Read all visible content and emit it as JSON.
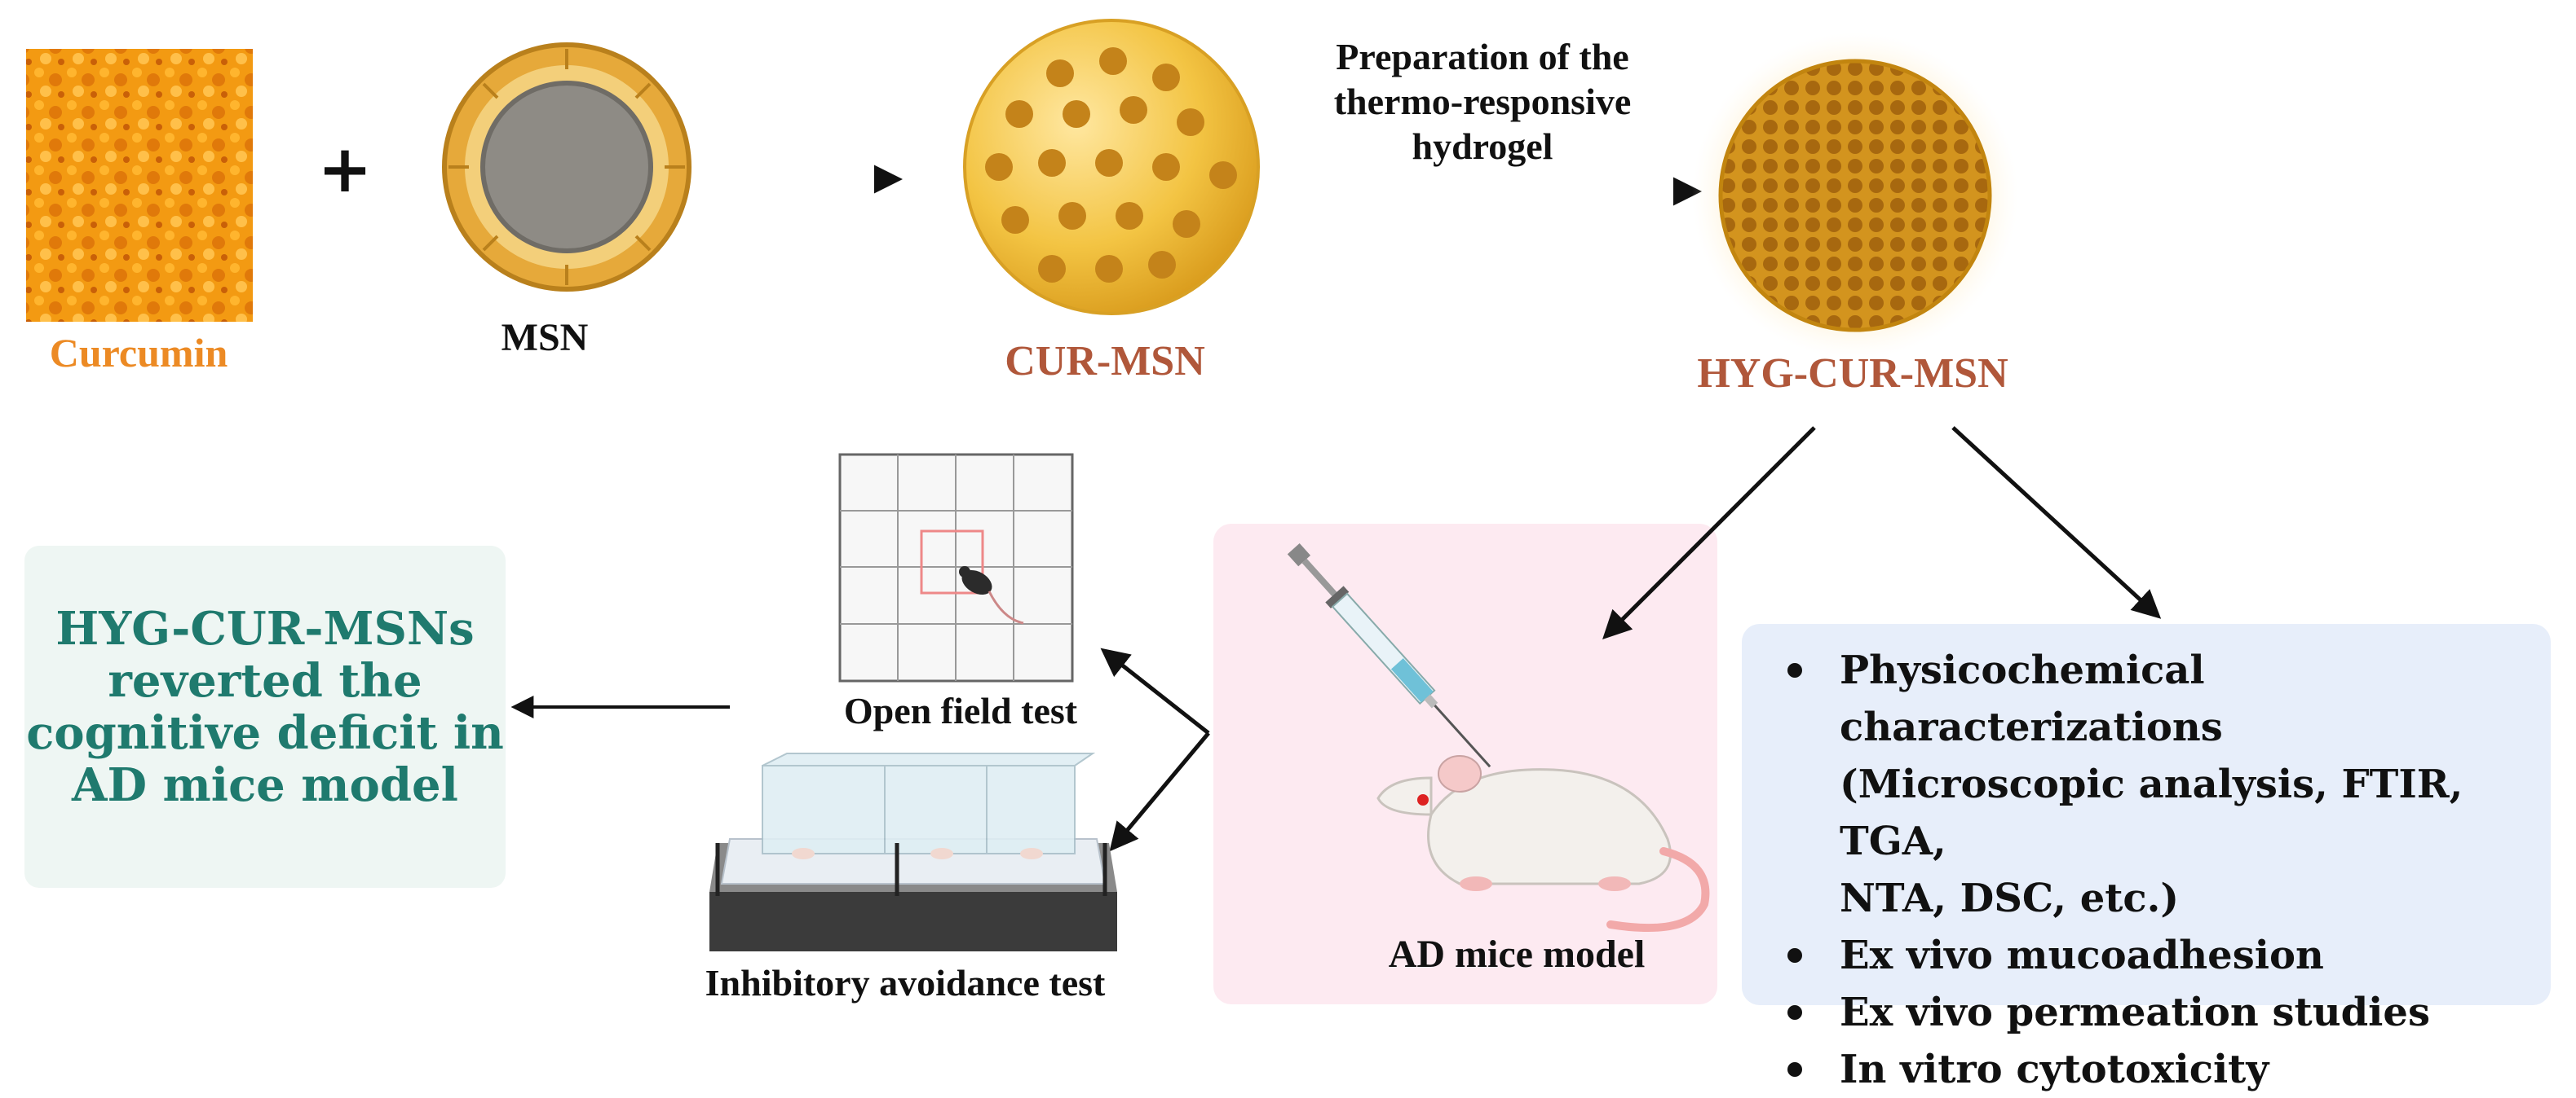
{
  "labels": {
    "curcumin": "Curcumin",
    "msn": "MSN",
    "cur_msn": "CUR-MSN",
    "hyg_cur_msn": "HYG-CUR-MSN",
    "plus": "+",
    "preparation": [
      "Preparation of the",
      "thermo-responsive",
      "hydrogel"
    ],
    "open_field": "Open field test",
    "inhibitory": "Inhibitory avoidance test",
    "ad_mice": "AD mice model"
  },
  "result": {
    "lines": [
      "HYG-CUR-MSNs",
      "reverted the",
      "cognitive deficit in",
      "AD mice model"
    ]
  },
  "characterizations": {
    "items": [
      {
        "lines": [
          "Physicochemical characterizations",
          "(Microscopic analysis, FTIR, TGA,",
          "NTA, DSC, etc.)"
        ]
      },
      {
        "lines": [
          "Ex vivo mucoadhesion"
        ]
      },
      {
        "lines": [
          "Ex vivo permeation studies"
        ]
      },
      {
        "lines": [
          "In vitro cytotoxicity"
        ]
      }
    ]
  },
  "colors": {
    "curcumin_label": "#ec8a24",
    "cur_msn_label": "#b0573a",
    "result_text": "#1f7a6e",
    "result_box": "#eef6f3",
    "mice_box": "#fdeaf1",
    "char_box": "#e7eefa",
    "particle_gold": "#f1c24a",
    "pore_brown": "#c98a1a"
  },
  "icons": [
    "curcumin-powder-icon",
    "msn-particle-icon",
    "cur-msn-particle-icon",
    "hydrogel-particle-icon",
    "syringe-icon",
    "mouse-icon",
    "open-field-grid-icon",
    "avoidance-box-icon"
  ]
}
